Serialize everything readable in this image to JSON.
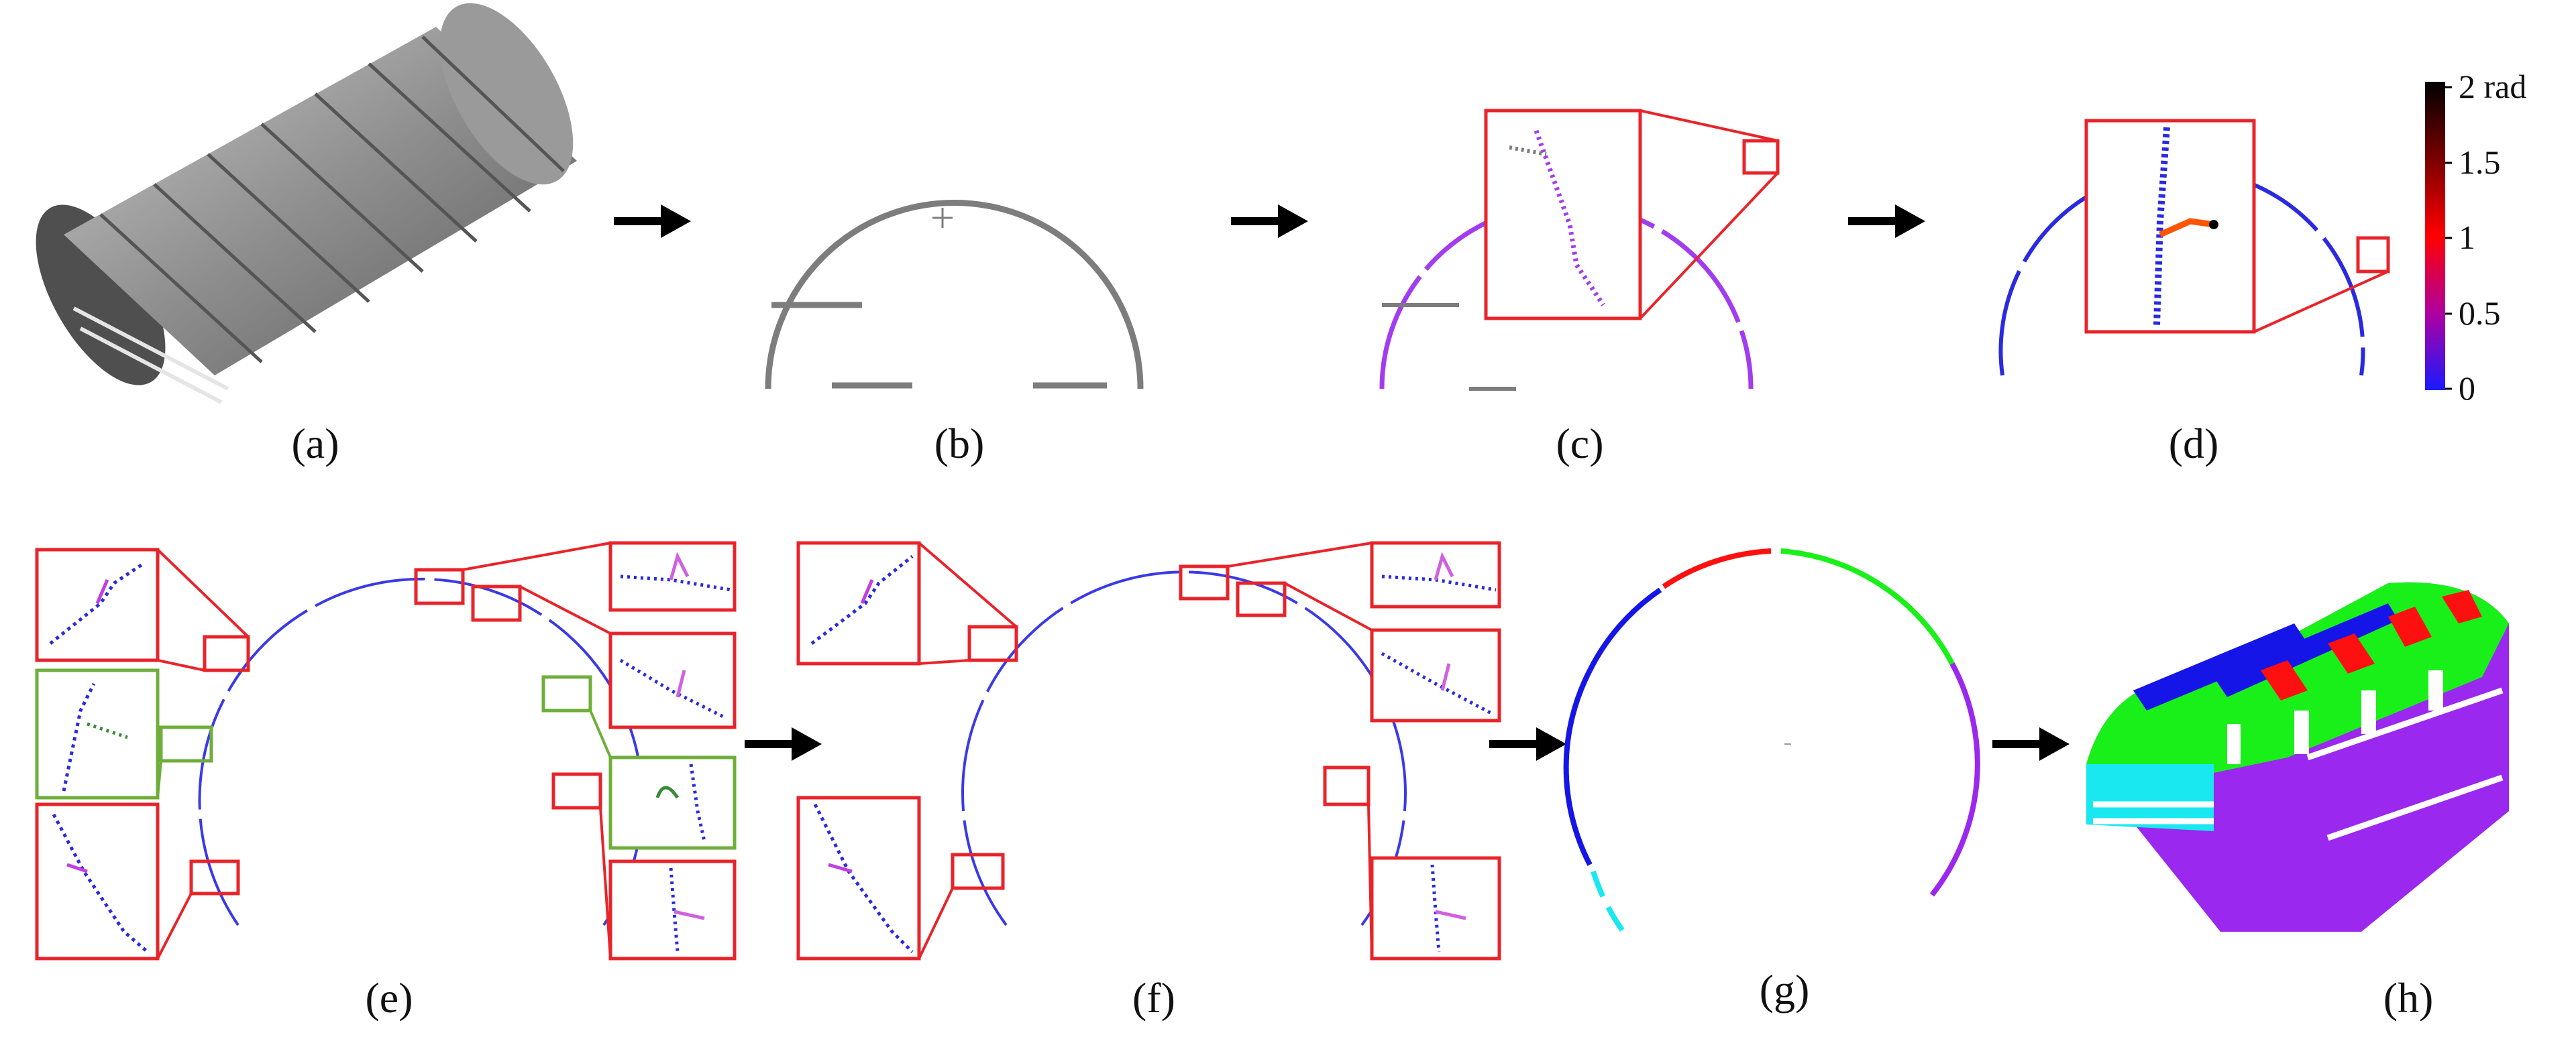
{
  "figure": {
    "panel_labels": [
      "(a)",
      "(b)",
      "(c)",
      "(d)",
      "(e)",
      "(f)",
      "(g)",
      "(h)"
    ],
    "colorbar": {
      "tick_labels": [
        "2 rad",
        "1.5",
        "1",
        "0.5",
        "0"
      ],
      "colors": [
        "#000000",
        "#7a0000",
        "#ff0000",
        "#b000a0",
        "#1a1aff"
      ]
    },
    "colors": {
      "point_gray": "#7d7d7d",
      "point_purple": "#a23cf0",
      "point_blue": "#2a2ae0",
      "highlight_red": "#e8242a",
      "highlight_green": "#6fae3a",
      "arrow": "#000000",
      "segment_blue": "#1515e8",
      "segment_red": "#ff1010",
      "segment_green": "#19f019",
      "segment_purple": "#9a28ee",
      "segment_cyan": "#19e8f0"
    },
    "icons": [
      "arrow-right-icon"
    ]
  }
}
